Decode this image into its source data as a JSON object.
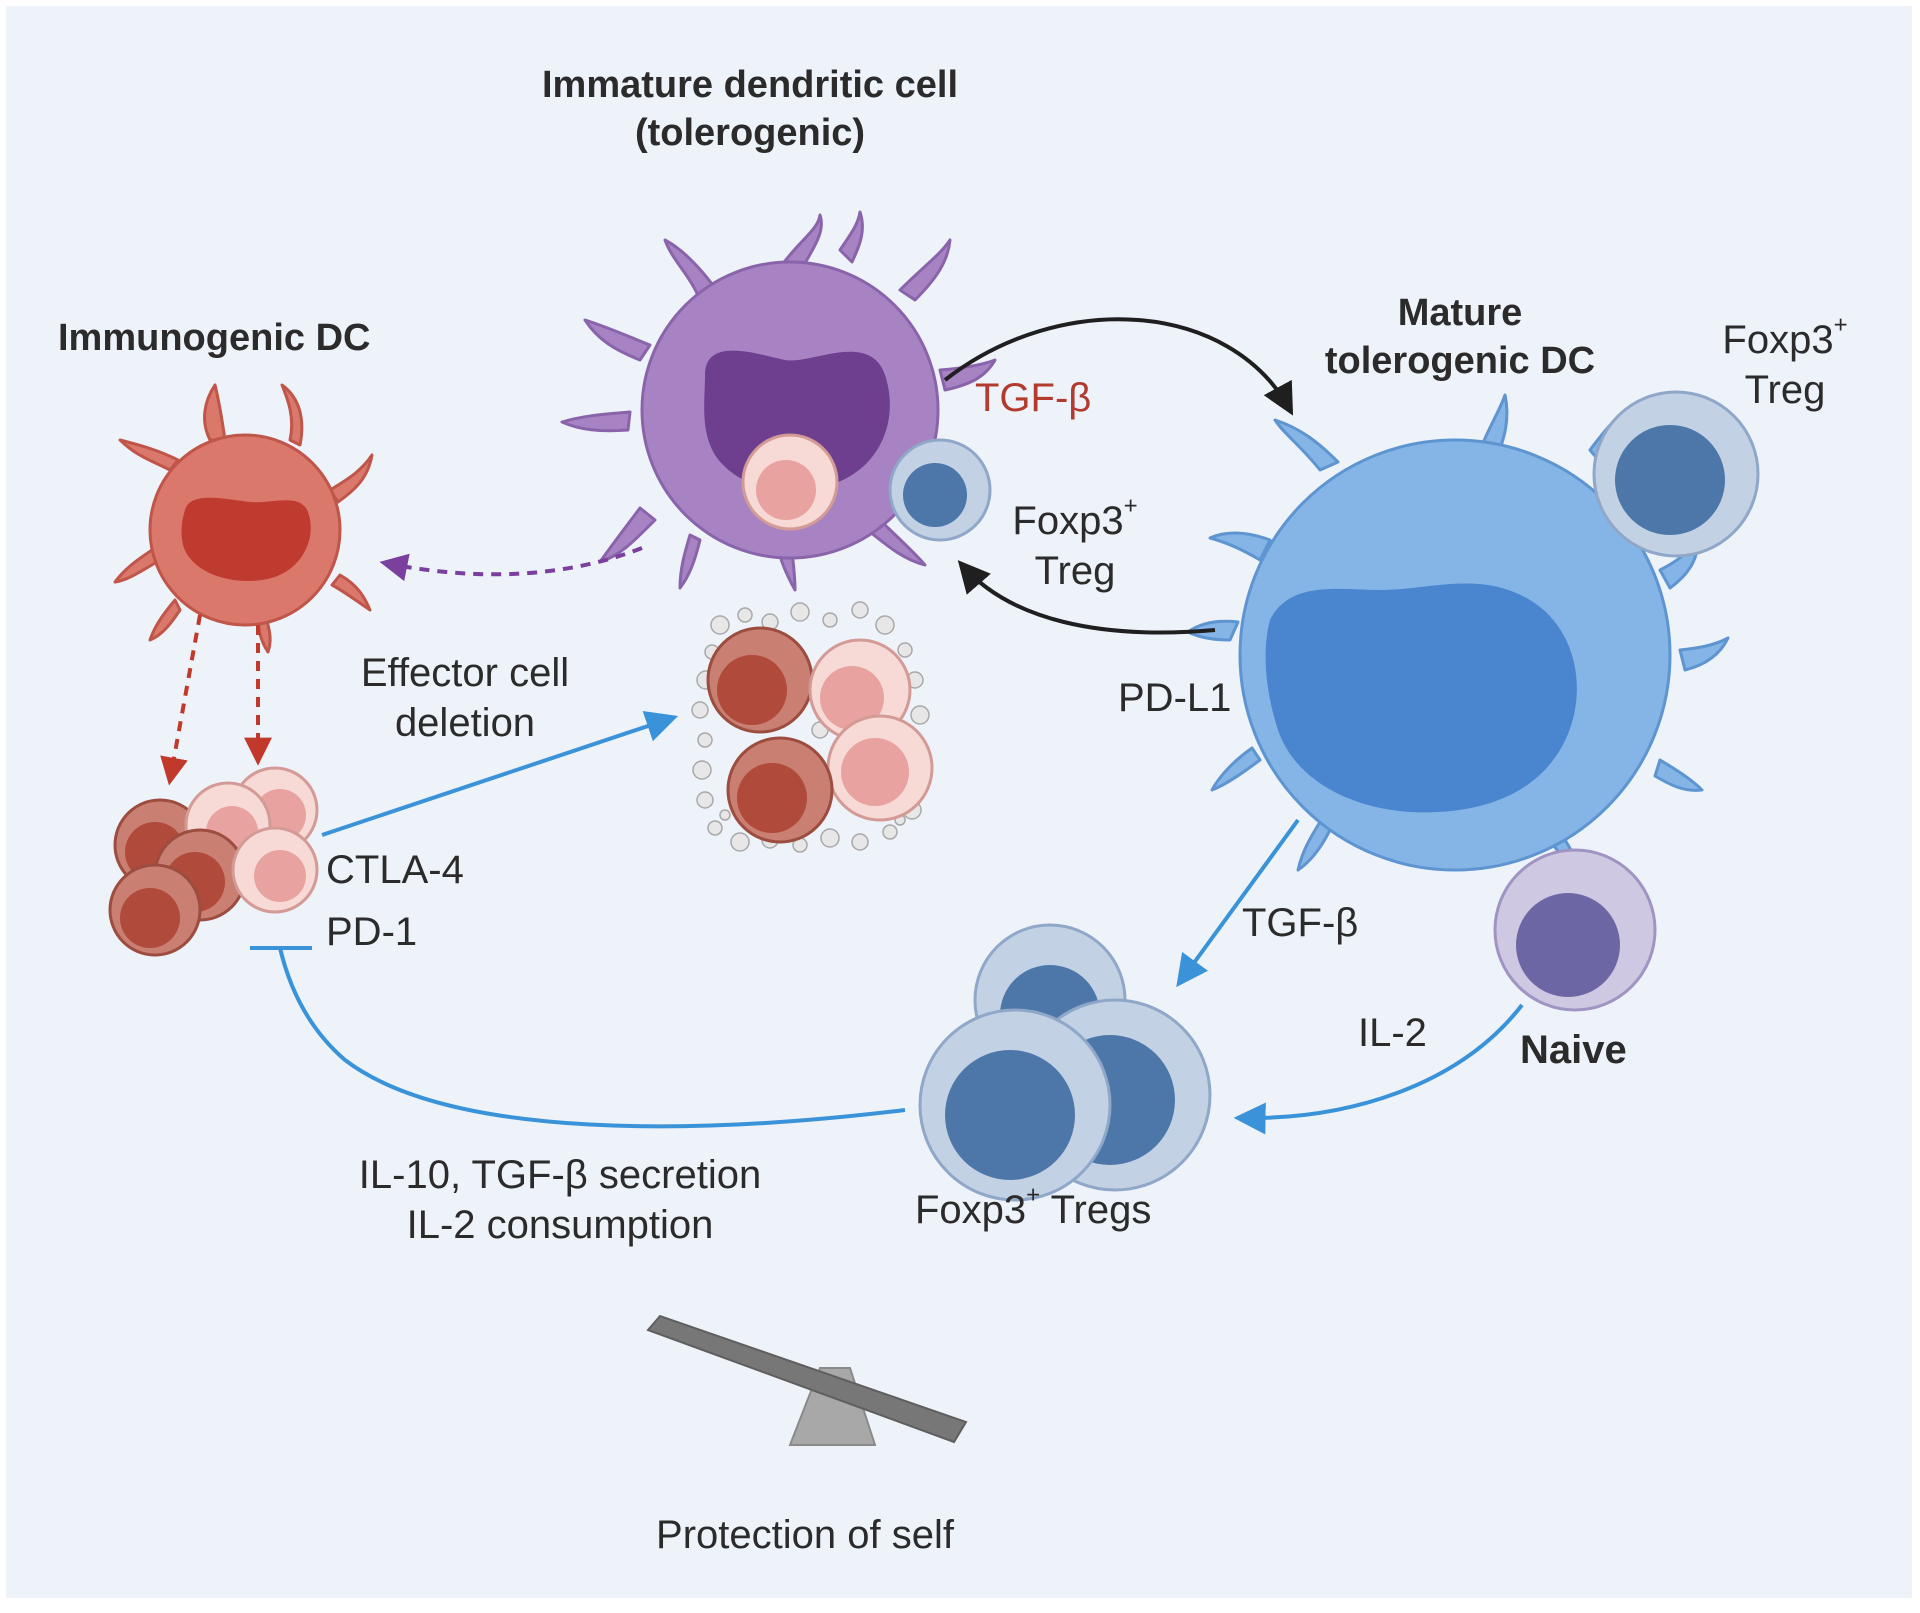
{
  "labels": {
    "immature_dc_line1": "Immature dendritic cell",
    "immature_dc_line2": "(tolerogenic)",
    "immunogenic_dc": "Immunogenic DC",
    "mature_dc_line1": "Mature",
    "mature_dc_line2": "tolerogenic DC",
    "tgf_beta_top": "TGF-β",
    "foxp3_treg_left_prefix": "Foxp3",
    "foxp3_treg_left_sup": "+",
    "foxp3_treg_left_line2": "Treg",
    "foxp3_treg_right_prefix": "Foxp3",
    "foxp3_treg_right_sup": "+",
    "foxp3_treg_right_line2": "Treg",
    "effector_deletion_line1": "Effector cell",
    "effector_deletion_line2": "deletion",
    "pd_l1": "PD-L1",
    "ctla4": "CTLA-4",
    "pd1": "PD-1",
    "tgf_beta_mid": "TGF-β",
    "il2": "IL-2",
    "naive": "Naive",
    "tregs_prefix": "Foxp3",
    "tregs_sup": "+",
    "tregs_suffix": " Tregs",
    "secretion_line1": "IL-10, TGF-β secretion",
    "secretion_line2": "IL-2 consumption",
    "protection": "Protection of self"
  },
  "colors": {
    "background_panel": "#eef3fa",
    "immature_dc_body": "#a783c4",
    "immature_dc_nucleus": "#6d3f8e",
    "immunogenic_dc_body": "#d9786b",
    "immunogenic_dc_nucleus": "#bf3b2f",
    "mature_dc_body": "#85b4e6",
    "mature_dc_nucleus": "#4a86cf",
    "treg_outer": "#c3d1e5",
    "treg_inner": "#4d77a8",
    "naive_outer": "#cfc8e2",
    "naive_inner": "#6c66a4",
    "effector_dark_outer": "#c97f72",
    "effector_dark_inner": "#b04a3a",
    "effector_light_outer": "#f7d9d6",
    "effector_light_inner": "#e8a3a1",
    "arrow_black": "#1f1f1f",
    "arrow_blue": "#3a93d8",
    "arrow_red_dashed": "#c0392b",
    "arrow_purple_dashed": "#7b3f9e",
    "label_red": "#b23a2e",
    "seesaw_plank": "#777777",
    "seesaw_fulcrum": "#a8a8a8"
  }
}
